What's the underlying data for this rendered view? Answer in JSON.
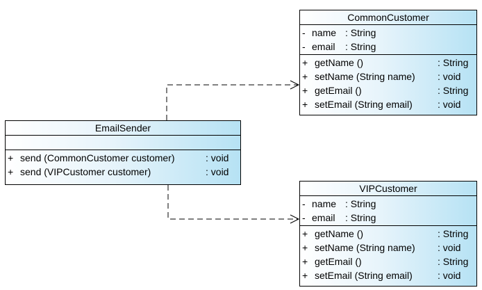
{
  "classes": {
    "common": {
      "name": "CommonCustomer",
      "attributes": [
        {
          "vis": "-",
          "name": "name",
          "type": ": String"
        },
        {
          "vis": "-",
          "name": "email",
          "type": ": String"
        }
      ],
      "operations": [
        {
          "vis": "+",
          "name": "getName ()",
          "type": ": String"
        },
        {
          "vis": "+",
          "name": "setName (String name)",
          "type": ": void"
        },
        {
          "vis": "+",
          "name": "getEmail ()",
          "type": ": String"
        },
        {
          "vis": "+",
          "name": "setEmail (String email)",
          "type": ": void"
        }
      ]
    },
    "sender": {
      "name": "EmailSender",
      "attributes": [],
      "operations": [
        {
          "vis": "+",
          "name": "send (CommonCustomer customer)",
          "type": ": void"
        },
        {
          "vis": "+",
          "name": "send (VIPCustomer customer)",
          "type": ": void"
        }
      ]
    },
    "vip": {
      "name": "VIPCustomer",
      "attributes": [
        {
          "vis": "-",
          "name": "name",
          "type": ": String"
        },
        {
          "vis": "-",
          "name": "email",
          "type": ": String"
        }
      ],
      "operations": [
        {
          "vis": "+",
          "name": "getName ()",
          "type": ": String"
        },
        {
          "vis": "+",
          "name": "setName (String name)",
          "type": ": void"
        },
        {
          "vis": "+",
          "name": "getEmail ()",
          "type": ": String"
        },
        {
          "vis": "+",
          "name": "setEmail (String email)",
          "type": ": void"
        }
      ]
    }
  },
  "dependencies": [
    {
      "from": "EmailSender",
      "to": "CommonCustomer",
      "style": "dashed-open-arrow"
    },
    {
      "from": "EmailSender",
      "to": "VIPCustomer",
      "style": "dashed-open-arrow"
    }
  ]
}
